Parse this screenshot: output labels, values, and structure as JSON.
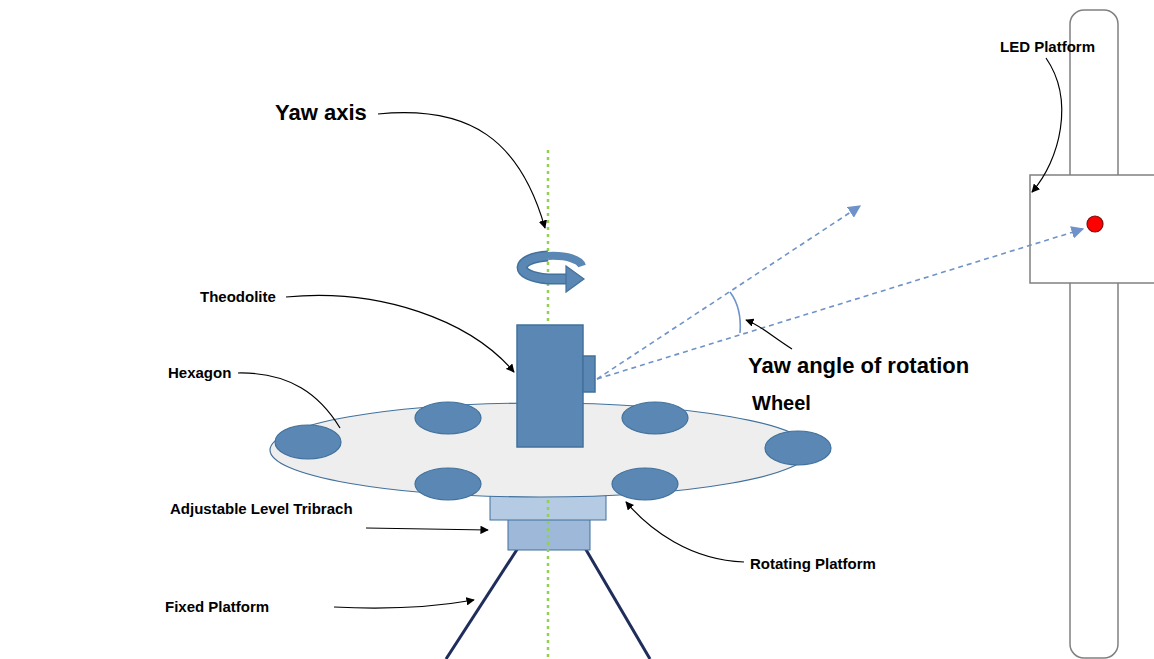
{
  "diagram": {
    "labels": [
      "LED Platform",
      "Yaw axis",
      "Theodolite",
      "Yaw angle of rotation",
      "Hexagon",
      "Wheel",
      "Adjustable Level Tribrach",
      "Rotating Platform",
      "Fixed Platform"
    ]
  }
}
